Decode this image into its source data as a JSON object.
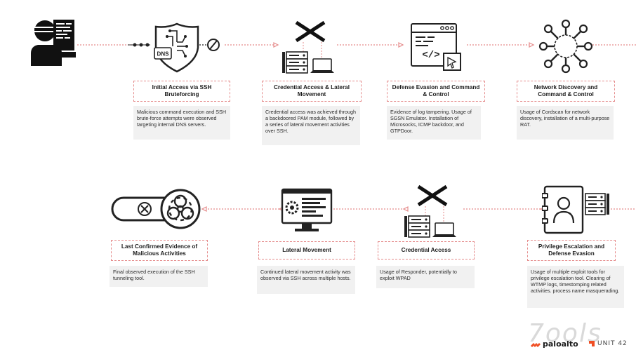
{
  "stages": [
    {
      "title": "Initial Access via SSH Bruteforcing",
      "description": "Malicious command execution and SSH brute-force attempts were observed targeting internal DNS servers.",
      "icon": "dns-shield-icon",
      "icon_label": "DNS"
    },
    {
      "title": "Credential Access & Lateral Movement",
      "description": "Credential access was achieved through a backdoored PAM module, followed by a series of lateral movement activities over SSH.",
      "icon": "server-laptop-icon"
    },
    {
      "title": "Defense Evasion and Command & Control",
      "description": "Evidence of log tampering. Usage of SGSN Emulator. Installation of Microsocks, ICMP backdoor, and GTPDoor.",
      "icon": "code-window-icon",
      "icon_label": "</>"
    },
    {
      "title": "Network Discovery and Command & Control",
      "description": "Usage of Cordscan for network discovery, installation of a multi-purpose RAT.",
      "icon": "network-hub-icon"
    },
    {
      "title": "Privilege Escalation and Defense Evasion",
      "description": "Usage of multiple exploit tools for privilege escalation tool. Clearing of WTMP logs, timestomping related activities. process name masquerading.",
      "icon": "contact-book-icon"
    },
    {
      "title": "Credential Access",
      "description": "Usage of Responder, potentially to exploit WPAD",
      "icon": "server-laptop-icon"
    },
    {
      "title": "Lateral Movement",
      "description": "Continued lateral movement activity was observed via SSH across multiple hosts.",
      "icon": "monitor-gear-icon"
    },
    {
      "title": "Last Confirmed Evidence of Malicious Activities",
      "description": "Final observed execution of the SSH tunneling tool.",
      "icon": "biohazard-icon"
    }
  ],
  "attacker_icon": "hacker-computer-icon",
  "logos": {
    "left": "paloalto",
    "right": "UNIT 42",
    "watermark": "7ools"
  },
  "colors": {
    "accent": "#e58b8b",
    "box_bg": "#f1f1f1",
    "ink": "#222222"
  }
}
